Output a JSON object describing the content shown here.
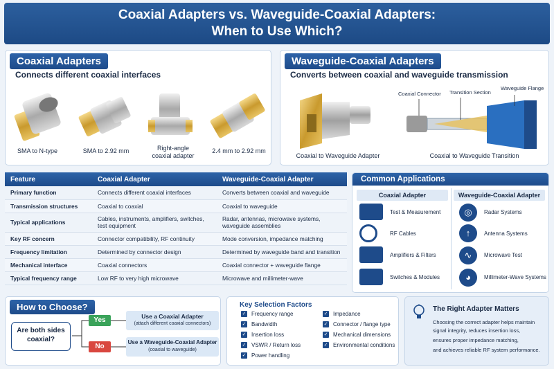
{
  "banner": {
    "line1": "Coaxial Adapters vs. Waveguide-Coaxial Adapters:",
    "line2": "When to Use Which?"
  },
  "coax_panel": {
    "title": "Coaxial Adapters",
    "subtitle": "Connects different coaxial interfaces",
    "products": [
      {
        "label": "SMA to N-type"
      },
      {
        "label": "SMA to 2.92 mm"
      },
      {
        "label": "Right-angle coaxial adapter"
      },
      {
        "label": "2.4 mm to 2.92 mm"
      }
    ]
  },
  "wg_panel": {
    "title": "Waveguide-Coaxial Adapters",
    "subtitle": "Converts between coaxial and waveguide transmission",
    "product_caption": "Coaxial to Waveguide Adapter",
    "diagram_caption": "Coaxial to Waveguide Transition",
    "labels": {
      "coax": "Coaxial Connector",
      "transition": "Transition Section",
      "flange": "Waveguide Flange"
    }
  },
  "table": {
    "headers": [
      "Feature",
      "Coaxial Adapter",
      "Waveguide-Coaxial Adapter"
    ],
    "rows": [
      [
        "Primary function",
        "Connects different coaxial interfaces",
        "Converts between coaxial and waveguide"
      ],
      [
        "Transmission structures",
        "Coaxial to coaxial",
        "Coaxial to waveguide"
      ],
      [
        "Typical applications",
        "Cables, instruments, amplifiers, switches, test equipment",
        "Radar, antennas, microwave systems, waveguide assemblies"
      ],
      [
        "Key RF concern",
        "Connector compatibility, RF continuity",
        "Mode conversion, impedance matching"
      ],
      [
        "Frequency limitation",
        "Determined by connector design",
        "Determined by waveguide band and transition"
      ],
      [
        "Mechanical interface",
        "Coaxial connectors",
        "Coaxial connector + waveguide flange"
      ],
      [
        "Typical frequency range",
        "Low RF to very high microwave",
        "Microwave and millimeter-wave"
      ]
    ]
  },
  "apps": {
    "title": "Common Applications",
    "coax_head": "Coaxial Adapter",
    "wg_head": "Waveguide-Coaxial Adapter",
    "coax_items": [
      "Test & Measurement",
      "RF Cables",
      "Amplifiers & Filters",
      "Switches & Modules"
    ],
    "wg_items": [
      "Radar Systems",
      "Antenna Systems",
      "Microwave Test",
      "Millimeter-Wave Systems"
    ]
  },
  "choose": {
    "title": "How to Choose?",
    "question": "Are both sides coaxial?",
    "yes": "Yes",
    "no": "No",
    "yes_result": "Use a Coaxial Adapter",
    "yes_sub": "(attach different coaxial connectors)",
    "no_result": "Use a Waveguide-Coaxial Adapter",
    "no_sub": "(coaxial to waveguide)"
  },
  "factors": {
    "title": "Key Selection Factors",
    "col1": [
      "Frequency range",
      "Bandwidth",
      "Insertion loss",
      "VSWR / Return loss",
      "Power handling"
    ],
    "col2": [
      "Impedance",
      "Connector / flange type",
      "Mechanical dimensions",
      "Environmental conditions"
    ]
  },
  "matters": {
    "title": "The Right Adapter Matters",
    "lines": [
      "Choosing the correct adapter helps maintain",
      "signal integrity, reduces insertion loss,",
      "ensures proper impedance matching,",
      "and achieves reliable RF system performance."
    ]
  },
  "colors": {
    "navy": "#1e4b8a",
    "gold": "#c99a2e",
    "green": "#3aa35a",
    "red": "#d9473f"
  }
}
